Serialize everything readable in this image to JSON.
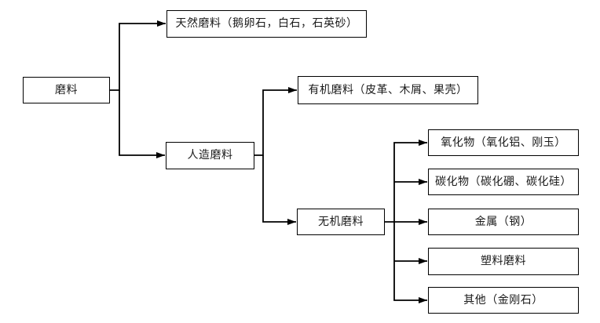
{
  "diagram_title": "",
  "colors": {
    "background": "#ffffff",
    "box_border": "#000000",
    "box_fill": "#ffffff",
    "line": "#000000",
    "text": "#1a1a1a"
  },
  "tree": {
    "label": "磨料",
    "children": [
      {
        "label": "天然磨料（鹅卵石，白石，石英砂）",
        "children": []
      },
      {
        "label": "人造磨料",
        "children": [
          {
            "label": "有机磨料（皮革、木屑、果壳）",
            "children": []
          },
          {
            "label": "无机磨料",
            "children": [
              {
                "label": "氧化物（氧化铝、刚玉）"
              },
              {
                "label": "碳化物（碳化硼、碳化硅）"
              },
              {
                "label": "金属（钢）"
              },
              {
                "label": "塑料磨料"
              },
              {
                "label": "其他（金刚石）"
              }
            ]
          }
        ]
      }
    ]
  }
}
